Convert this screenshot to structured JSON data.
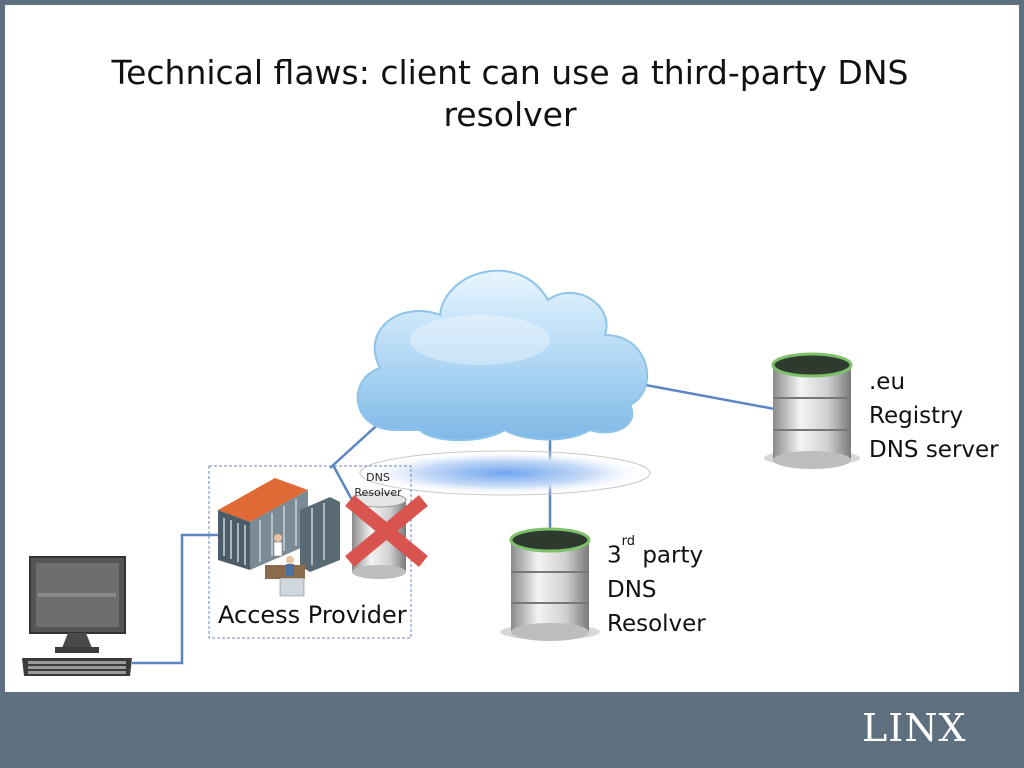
{
  "slide": {
    "title": "Technical flaws: client can use a third-party DNS resolver"
  },
  "labels": {
    "access_provider": "Access Provider",
    "isp_resolver_line1": "DNS",
    "isp_resolver_line2": "Resolver",
    "eu_registry_line1": ".eu",
    "eu_registry_line2": "Registry",
    "eu_registry_line3": "DNS server",
    "third_party_sup": "rd",
    "third_party_line1_prefix": "3",
    "third_party_line1_suffix": " party",
    "third_party_line2": "DNS",
    "third_party_line3": "Resolver"
  },
  "footer": {
    "logo_main": "LIN",
    "logo_x": "X"
  },
  "colors": {
    "footer_bg": "#5e7080",
    "line": "#5b86c4",
    "blocked_cross": "#d9534f",
    "cloud": "#b9dcf5"
  }
}
